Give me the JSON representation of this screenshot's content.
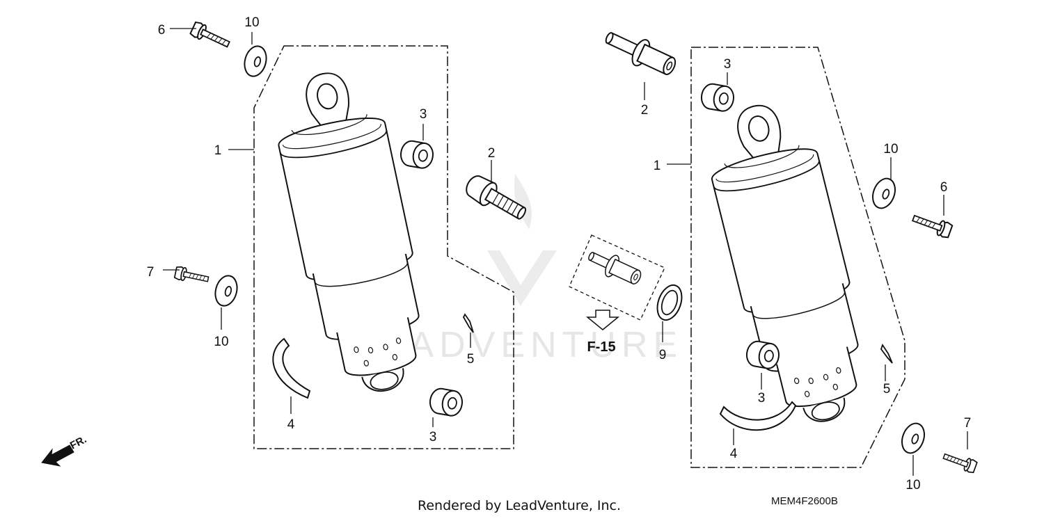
{
  "diagram": {
    "left_assembly": {
      "callouts": {
        "part_1": "1",
        "part_2": "2",
        "part_3_top": "3",
        "part_3_bottom": "3",
        "part_4": "4",
        "part_5": "5",
        "part_6": "6",
        "part_7": "7",
        "part_10_top": "10",
        "part_10_bottom": "10"
      }
    },
    "center": {
      "reference_label": "F-15",
      "callouts": {
        "part_9": "9"
      }
    },
    "right_assembly": {
      "callouts": {
        "part_1": "1",
        "part_2": "2",
        "part_3_top": "3",
        "part_3_bottom": "3",
        "part_4": "4",
        "part_5": "5",
        "part_6": "6",
        "part_7": "7",
        "part_10_top": "10",
        "part_10_bottom": "10"
      }
    },
    "front_indicator": "FR.",
    "watermark": "LEADVENTURE"
  },
  "footer": {
    "render_credit": "Rendered by LeadVenture, Inc.",
    "diagram_code": "MEM4F2600B"
  },
  "colors": {
    "line": "#111111",
    "watermark": "#e6e6e6"
  }
}
